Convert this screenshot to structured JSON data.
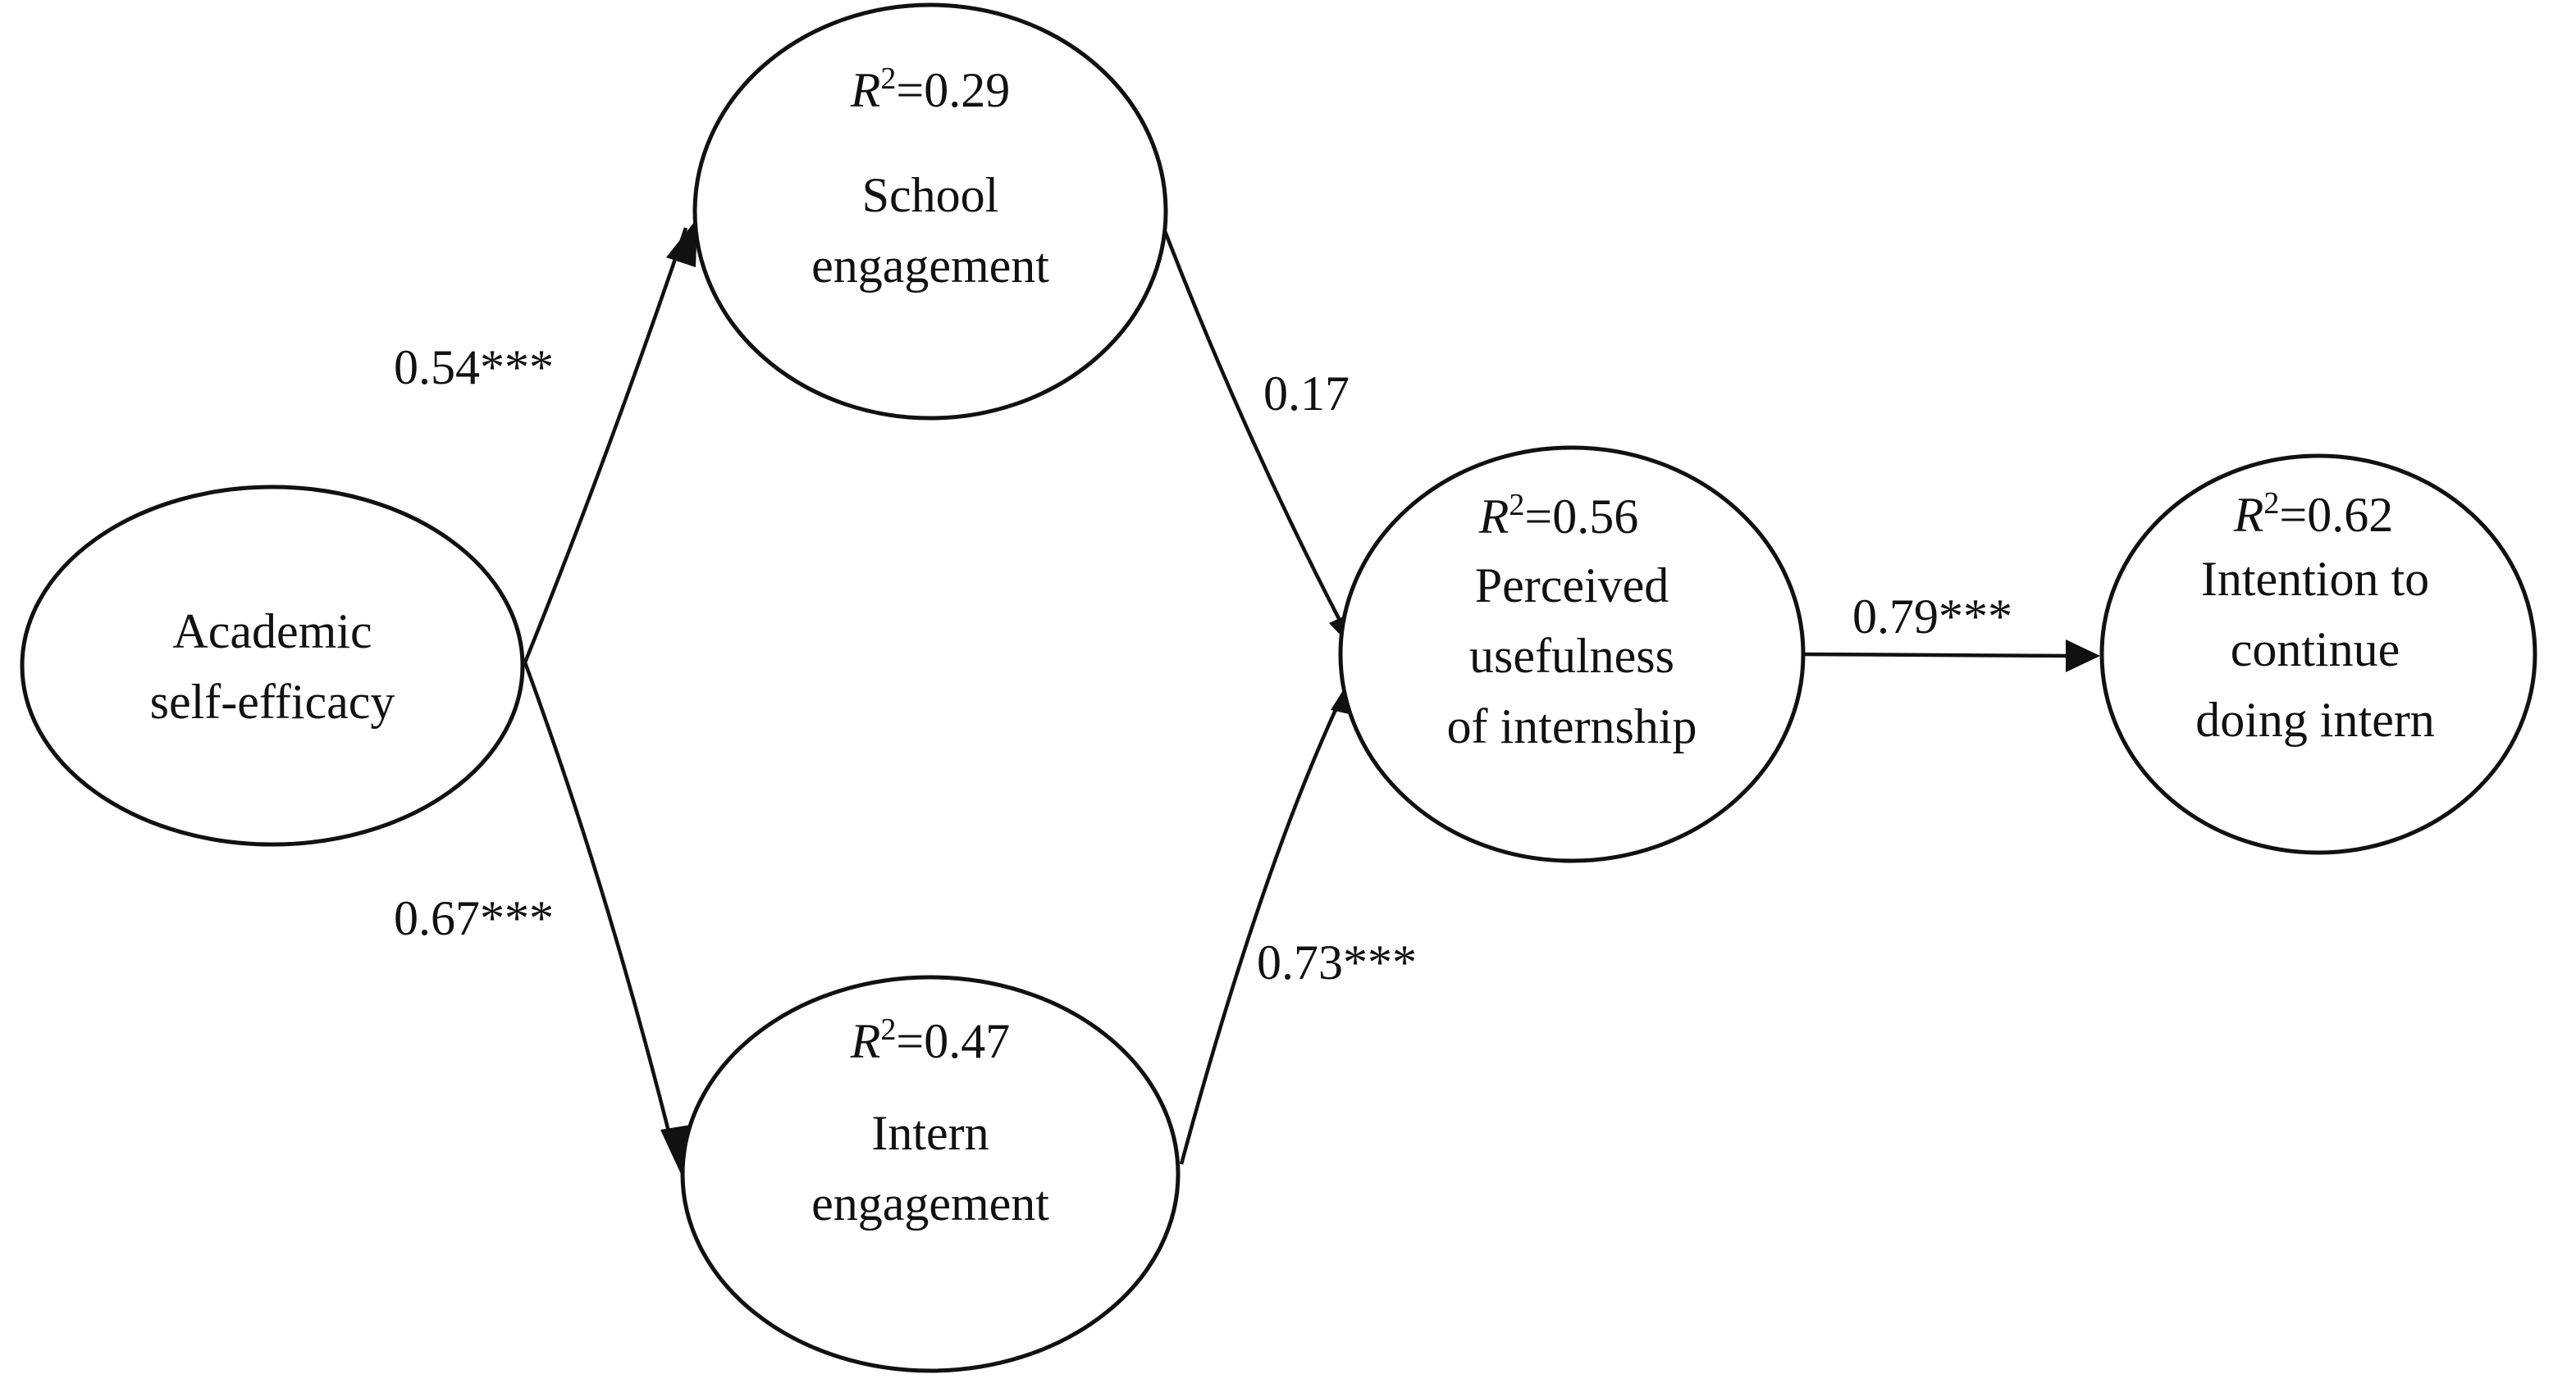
{
  "nodes": {
    "academic": {
      "label_lines": [
        "Academic",
        "self-efficacy"
      ]
    },
    "school": {
      "r2_symbol": "R",
      "r2_exponent": "2",
      "r2_value": "=0.29",
      "label_lines": [
        "School",
        "engagement"
      ]
    },
    "intern_engagement": {
      "r2_symbol": "R",
      "r2_exponent": "2",
      "r2_value": "=0.47",
      "label_lines": [
        "Intern",
        "engagement"
      ]
    },
    "usefulness": {
      "r2_symbol": "R",
      "r2_exponent": "2",
      "r2_value": "=0.56",
      "label_lines": [
        "Perceived",
        "usefulness",
        "of internship"
      ]
    },
    "intention": {
      "r2_symbol": "R",
      "r2_exponent": "2",
      "r2_value": "=0.62",
      "label_lines": [
        "Intention to",
        "continue",
        "doing intern"
      ]
    }
  },
  "edges": {
    "academic_to_school": {
      "coefficient": "0.54***"
    },
    "academic_to_intern": {
      "coefficient": "0.67***"
    },
    "school_to_usefulness": {
      "coefficient": "0.17"
    },
    "intern_to_usefulness": {
      "coefficient": "0.73***"
    },
    "usefulness_to_intention": {
      "coefficient": "0.79***"
    }
  },
  "colors": {
    "stroke": "#111111",
    "background": "#ffffff"
  }
}
